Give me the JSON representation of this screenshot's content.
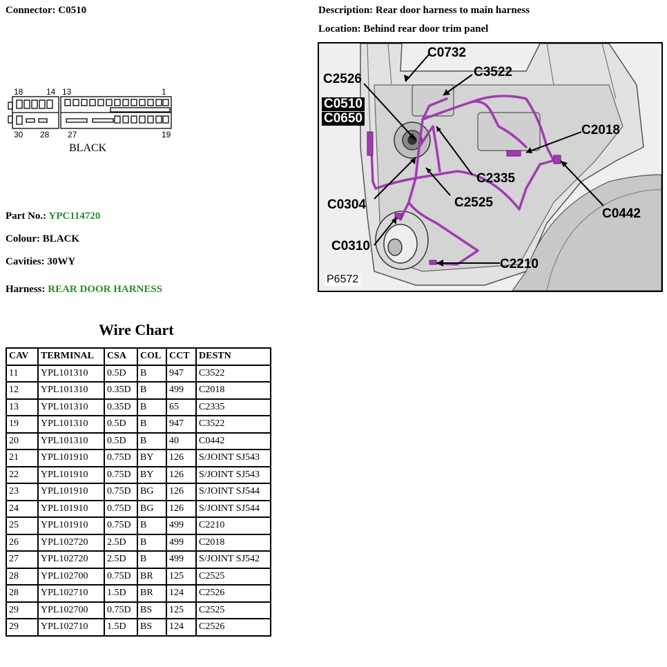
{
  "connector": {
    "label": "Connector:",
    "value": "C0510"
  },
  "description": {
    "label": "Description:",
    "value": "Rear door harness to main harness"
  },
  "location": {
    "label": "Location:",
    "value": "Behind rear door trim panel"
  },
  "connector_face": {
    "pin_labels": {
      "top_left": "18",
      "top_mid_left": "14",
      "top_mid": "13",
      "top_right": "1",
      "bottom_left": "30",
      "bottom_mid_left": "28",
      "bottom_mid": "27",
      "bottom_right": "19"
    },
    "colour_label": "BLACK"
  },
  "part_no": {
    "label": "Part No.:",
    "value": "YPC114720"
  },
  "colour": {
    "label": "Colour:",
    "value": "BLACK"
  },
  "cavities": {
    "label": "Cavities:",
    "value": "30WY"
  },
  "harness": {
    "label": "Harness:",
    "value": "REAR DOOR HARNESS"
  },
  "figure": {
    "ref": "P6572",
    "callouts": {
      "c0732": "C0732",
      "c2526": "C2526",
      "c3522": "C3522",
      "c0510": "C0510",
      "c0650": "C0650",
      "c2018": "C2018",
      "c2335": "C2335",
      "c0304": "C0304",
      "c2525": "C2525",
      "c0442": "C0442",
      "c0310": "C0310",
      "c2210": "C2210"
    },
    "colors": {
      "harness": "#a03cb0",
      "background": "#efefef"
    }
  },
  "wire_chart": {
    "title": "Wire Chart",
    "headers": [
      "CAV",
      "TERMINAL",
      "CSA",
      "COL",
      "CCT",
      "DESTN"
    ],
    "rows": [
      [
        "11",
        "YPL101310",
        "0.5D",
        "B",
        "947",
        "C3522"
      ],
      [
        "12",
        "YPL101310",
        "0.35D",
        "B",
        "499",
        "C2018"
      ],
      [
        "13",
        "YPL101310",
        "0.35D",
        "B",
        "65",
        "C2335"
      ],
      [
        "19",
        "YPL101310",
        "0.5D",
        "B",
        "947",
        "C3522"
      ],
      [
        "20",
        "YPL101310",
        "0.5D",
        "B",
        "40",
        "C0442"
      ],
      [
        "21",
        "YPL101910",
        "0.75D",
        "BY",
        "126",
        "S/JOINT SJ543"
      ],
      [
        "22",
        "YPL101910",
        "0.75D",
        "BY",
        "126",
        "S/JOINT SJ543"
      ],
      [
        "23",
        "YPL101910",
        "0.75D",
        "BG",
        "126",
        "S/JOINT SJ544"
      ],
      [
        "24",
        "YPL101910",
        "0.75D",
        "BG",
        "126",
        "S/JOINT SJ544"
      ],
      [
        "25",
        "YPL101910",
        "0.75D",
        "B",
        "499",
        "C2210"
      ],
      [
        "26",
        "YPL102720",
        "2.5D",
        "B",
        "499",
        "C2018"
      ],
      [
        "27",
        "YPL102720",
        "2.5D",
        "B",
        "499",
        "S/JOINT SJ542"
      ],
      [
        "28",
        "YPL102700",
        "0.75D",
        "BR",
        "125",
        "C2525"
      ],
      [
        "28",
        "YPL102710",
        "1.5D",
        "BR",
        "124",
        "C2526"
      ],
      [
        "29",
        "YPL102700",
        "0.75D",
        "BS",
        "125",
        "C2525"
      ],
      [
        "29",
        "YPL102710",
        "1.5D",
        "BS",
        "124",
        "C2526"
      ]
    ]
  }
}
